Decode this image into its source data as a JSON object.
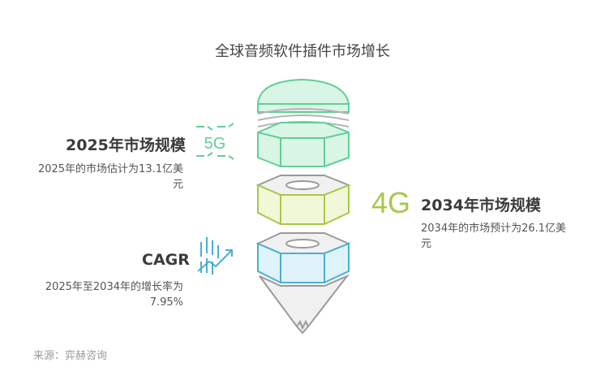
{
  "title": "全球音频软件插件市场增长",
  "sections": {
    "market_2025": {
      "heading": "2025年市场规模",
      "desc_line1": "2025年的市场估计为13.1亿美",
      "desc_line2": "元",
      "icon": "5g-icon",
      "icon_text": "5G"
    },
    "market_2034": {
      "heading": "2034年市场规模",
      "desc_line1": "2034年的市场预计为26.1亿美",
      "desc_line2": "元",
      "icon": "4g-icon",
      "icon_text": "4G"
    },
    "cagr": {
      "heading": "CAGR",
      "desc_line1": "2025年至2034年的增长率为",
      "desc_line2": "7.95%",
      "icon": "growth-chart-icon"
    }
  },
  "source": "来源：弈赫咨询",
  "colors": {
    "green": "#5fcf93",
    "green_fill": "#d9f5e6",
    "olive": "#a6c84a",
    "olive_fill": "#f1f8d8",
    "blue": "#4aaed0",
    "blue_fill": "#dff3fa",
    "gray": "#9a9a9a",
    "gray_fill": "#f0f0f0"
  }
}
